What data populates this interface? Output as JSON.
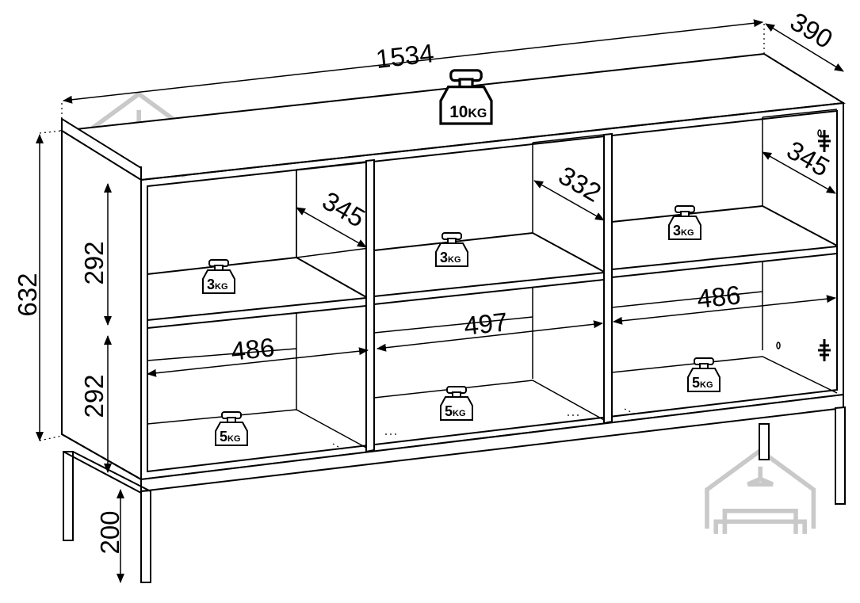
{
  "dimensions": {
    "width": "1534",
    "depth": "390",
    "height": "632",
    "leg_height": "200",
    "shelf_height_top": "292",
    "shelf_height_bottom": "292",
    "depth_left": "345",
    "depth_middle": "332",
    "depth_right": "345",
    "width_left": "486",
    "width_middle": "497",
    "width_right": "486"
  },
  "loads": {
    "top": {
      "number": "10",
      "unit": "KG"
    },
    "upper_left": {
      "number": "3",
      "unit": "KG"
    },
    "upper_middle": {
      "number": "3",
      "unit": "KG"
    },
    "upper_right": {
      "number": "3",
      "unit": "KG"
    },
    "lower_left": {
      "number": "5",
      "unit": "KG"
    },
    "lower_middle": {
      "number": "5",
      "unit": "KG"
    },
    "lower_right": {
      "number": "5",
      "unit": "KG"
    }
  },
  "icons": {
    "watermark": "house-sofa-logo-icon",
    "weight": "weight-icon",
    "hinge": "hinge-icon"
  },
  "colors": {
    "line": "#000000",
    "watermark": "#c9c9c9",
    "background": "#ffffff"
  }
}
